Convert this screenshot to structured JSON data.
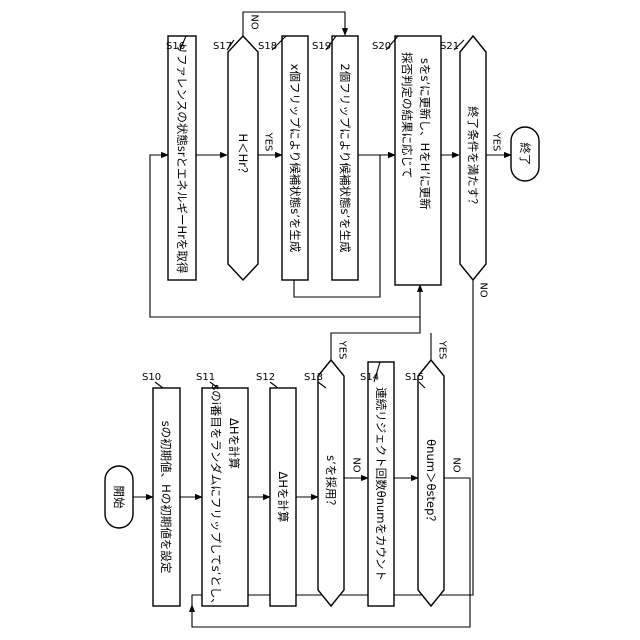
{
  "start_label": "開始",
  "end_label": "終了",
  "steps": {
    "s10": {
      "id": "S10",
      "text": "sの初期値、Hの初期値を設定"
    },
    "s11": {
      "id": "S11",
      "line1": "sのi番目をランダムにフリップしてs’とし、",
      "line2": "ΔHを計算"
    },
    "s12": {
      "id": "S12",
      "text": "ΔHを計算"
    },
    "s13": {
      "id": "S13",
      "text": "s’を採用？"
    },
    "s14": {
      "id": "S14",
      "text": "連続リジェクト回数θnumをカウント"
    },
    "s15": {
      "id": "S15",
      "text": "θnum＞θstep？"
    },
    "s16": {
      "id": "S16",
      "text": "リファレンスの状態srとエネルギーHrを取得"
    },
    "s17": {
      "id": "S17",
      "text": "H＜Hr？"
    },
    "s18": {
      "id": "S18",
      "text": "x個フリップにより候補状態s’を生成"
    },
    "s19": {
      "id": "S19",
      "text": "2個フリップにより候補状態s’を生成"
    },
    "s20": {
      "id": "S20",
      "line1": "採否判定の結果に応じて",
      "line2": "sをs’に更新し、HをH’に更新"
    },
    "s21": {
      "id": "S21",
      "text": "終了条件を満たす？"
    }
  },
  "branch_labels": {
    "s13_yes": "YES",
    "s13_no": "NO",
    "s15_yes": "YES",
    "s15_no": "NO",
    "s17_yes": "YES",
    "s17_no": "NO",
    "s21_yes": "YES",
    "s21_no": "NO"
  }
}
